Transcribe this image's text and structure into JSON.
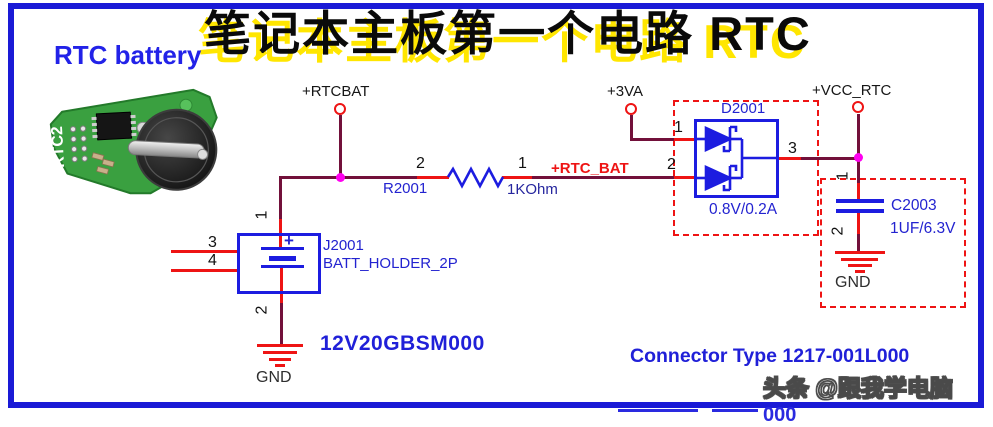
{
  "title": "笔记本主板第一个电路 RTC",
  "subtitle": "RTC battery",
  "pcb": {
    "silkscreen": "RTC2"
  },
  "nets": {
    "rtcbat": "+RTCBAT",
    "va3": "+3VA",
    "vcc_rtc": "+VCC_RTC",
    "rtc_bat": "+RTC_BAT",
    "gnd": "GND"
  },
  "components": {
    "r2001": {
      "ref": "R2001",
      "value": "1KOhm",
      "pin_left": "2",
      "pin_right": "1"
    },
    "d2001": {
      "ref": "D2001",
      "value": "0.8V/0.2A",
      "pin1": "1",
      "pin2": "2",
      "pin3": "3"
    },
    "c2003": {
      "ref": "C2003",
      "value": "1UF/6.3V",
      "pin1": "1",
      "pin2": "2"
    },
    "j2001": {
      "ref": "J2001",
      "value": "BATT_HOLDER_2P",
      "plus": "+",
      "pin1": "1",
      "pin2": "2",
      "pin3": "3",
      "pin4": "4",
      "part_number": "12V20GBSM000"
    }
  },
  "notes": {
    "connector_type": "Connector Type 1217-001L000"
  },
  "watermark": "头条 @跟我学电脑",
  "footer": {
    "clipped_text": "000"
  },
  "colors": {
    "frame_blue": "#1a1ad6",
    "wire_maroon": "#72103a",
    "pin_red": "#ee1414",
    "symbol_blue": "#1c1ce0",
    "junction_magenta": "#ff00f0",
    "title_highlight": "#ffe600"
  }
}
